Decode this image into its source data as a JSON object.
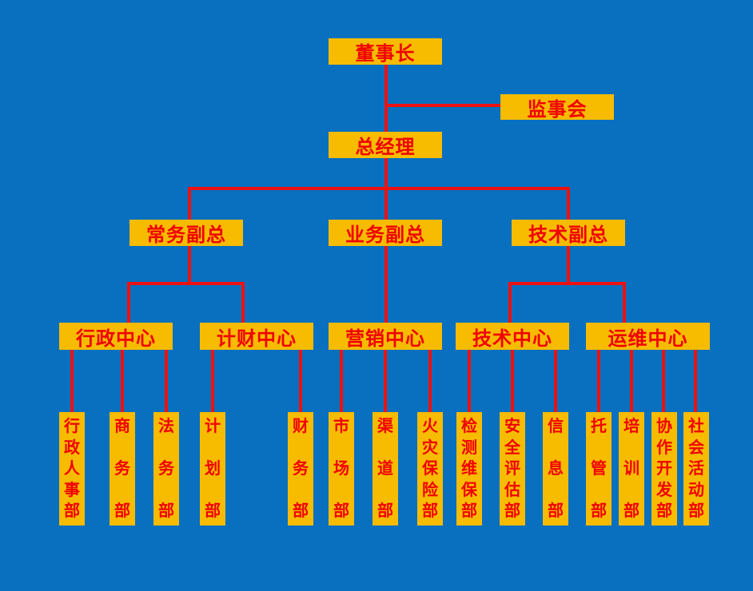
{
  "colors": {
    "background": "#0870bf",
    "box_fill": "#f7bb00",
    "text": "#f00000",
    "connector": "#ee1111"
  },
  "nodes": {
    "chairman": "董事长",
    "supervisors": "监事会",
    "general_manager": "总经理",
    "vp_executive": "常务副总",
    "vp_business": "业务副总",
    "vp_technical": "技术副总",
    "center_admin": "行政中心",
    "center_finance": "计财中心",
    "center_marketing": "营销中心",
    "center_tech": "技术中心",
    "center_ops": "运维中心"
  },
  "departments": [
    {
      "label": "行政人事部",
      "rows": [
        "行",
        "政",
        "人",
        "事",
        "部"
      ]
    },
    {
      "label": "商务部",
      "rows": [
        "商",
        "务",
        "部"
      ]
    },
    {
      "label": "法务部",
      "rows": [
        "法",
        "务",
        "部"
      ]
    },
    {
      "label": "计划部",
      "rows": [
        "计",
        "划",
        "部"
      ]
    },
    {
      "label": "财务部",
      "rows": [
        "财",
        "务",
        "部"
      ]
    },
    {
      "label": "市场部",
      "rows": [
        "市",
        "场",
        "部"
      ]
    },
    {
      "label": "渠道部",
      "rows": [
        "渠",
        "道",
        "部"
      ]
    },
    {
      "label": "火灾保险部",
      "rows": [
        "火",
        "灾",
        "保",
        "险",
        "部"
      ]
    },
    {
      "label": "检测维保部",
      "rows": [
        "检",
        "测",
        "维",
        "保",
        "部"
      ]
    },
    {
      "label": "安全评估部",
      "rows": [
        "安",
        "全",
        "评",
        "估",
        "部"
      ]
    },
    {
      "label": "信息部",
      "rows": [
        "信",
        "息",
        "部"
      ]
    },
    {
      "label": "托管部",
      "rows": [
        "托",
        "管",
        "部"
      ]
    },
    {
      "label": "培训部",
      "rows": [
        "培",
        "训",
        "部"
      ]
    },
    {
      "label": "协作开发部",
      "rows": [
        "协",
        "作",
        "开",
        "发",
        "部"
      ]
    },
    {
      "label": "社会活动部",
      "rows": [
        "社",
        "会",
        "活",
        "动",
        "部"
      ]
    }
  ]
}
